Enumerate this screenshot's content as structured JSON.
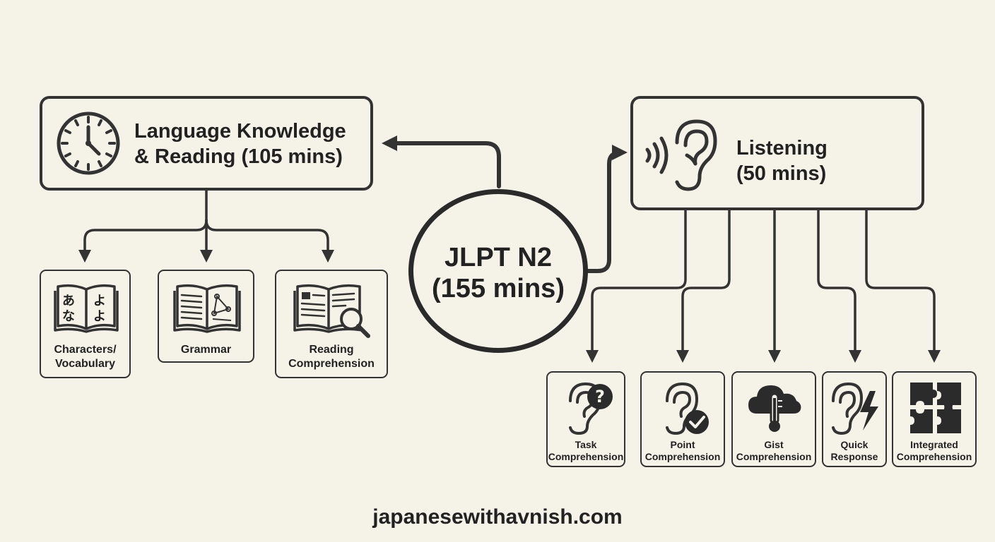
{
  "hub": {
    "line1": "JLPT N2",
    "line2": "(155 mins)"
  },
  "sections": {
    "language": {
      "line1": "Language Knowledge",
      "line2": "& Reading (105 mins)",
      "icon": "clock-icon"
    },
    "listening": {
      "line1": "Listening",
      "line2": "(50 mins)",
      "icon": "ear-sound-icon"
    }
  },
  "language_items": [
    {
      "line1": "Characters/",
      "line2": "Vocabulary",
      "icon": "kana-book-icon",
      "kana": [
        "あ",
        "な",
        "よ",
        "よ"
      ]
    },
    {
      "line1": "Grammar",
      "line2": "",
      "icon": "grammar-book-icon"
    },
    {
      "line1": "Reading",
      "line2": "Comprehension",
      "icon": "book-magnifier-icon"
    }
  ],
  "listening_items": [
    {
      "line1": "Task",
      "line2": "Comprehension",
      "icon": "ear-question-icon"
    },
    {
      "line1": "Point",
      "line2": "Comprehension",
      "icon": "ear-check-icon"
    },
    {
      "line1": "Gist",
      "line2": "Comprehension",
      "icon": "cloud-thermometer-icon"
    },
    {
      "line1": "Quick",
      "line2": "Response",
      "icon": "ear-lightning-icon"
    },
    {
      "line1": "Integrated",
      "line2": "Comprehension",
      "icon": "puzzle-icon"
    }
  ],
  "footer": "japanesewithavnish.com",
  "colors": {
    "background": "#f5f2e7",
    "ink": "#333333",
    "dark_fill": "#2b2b2b"
  }
}
